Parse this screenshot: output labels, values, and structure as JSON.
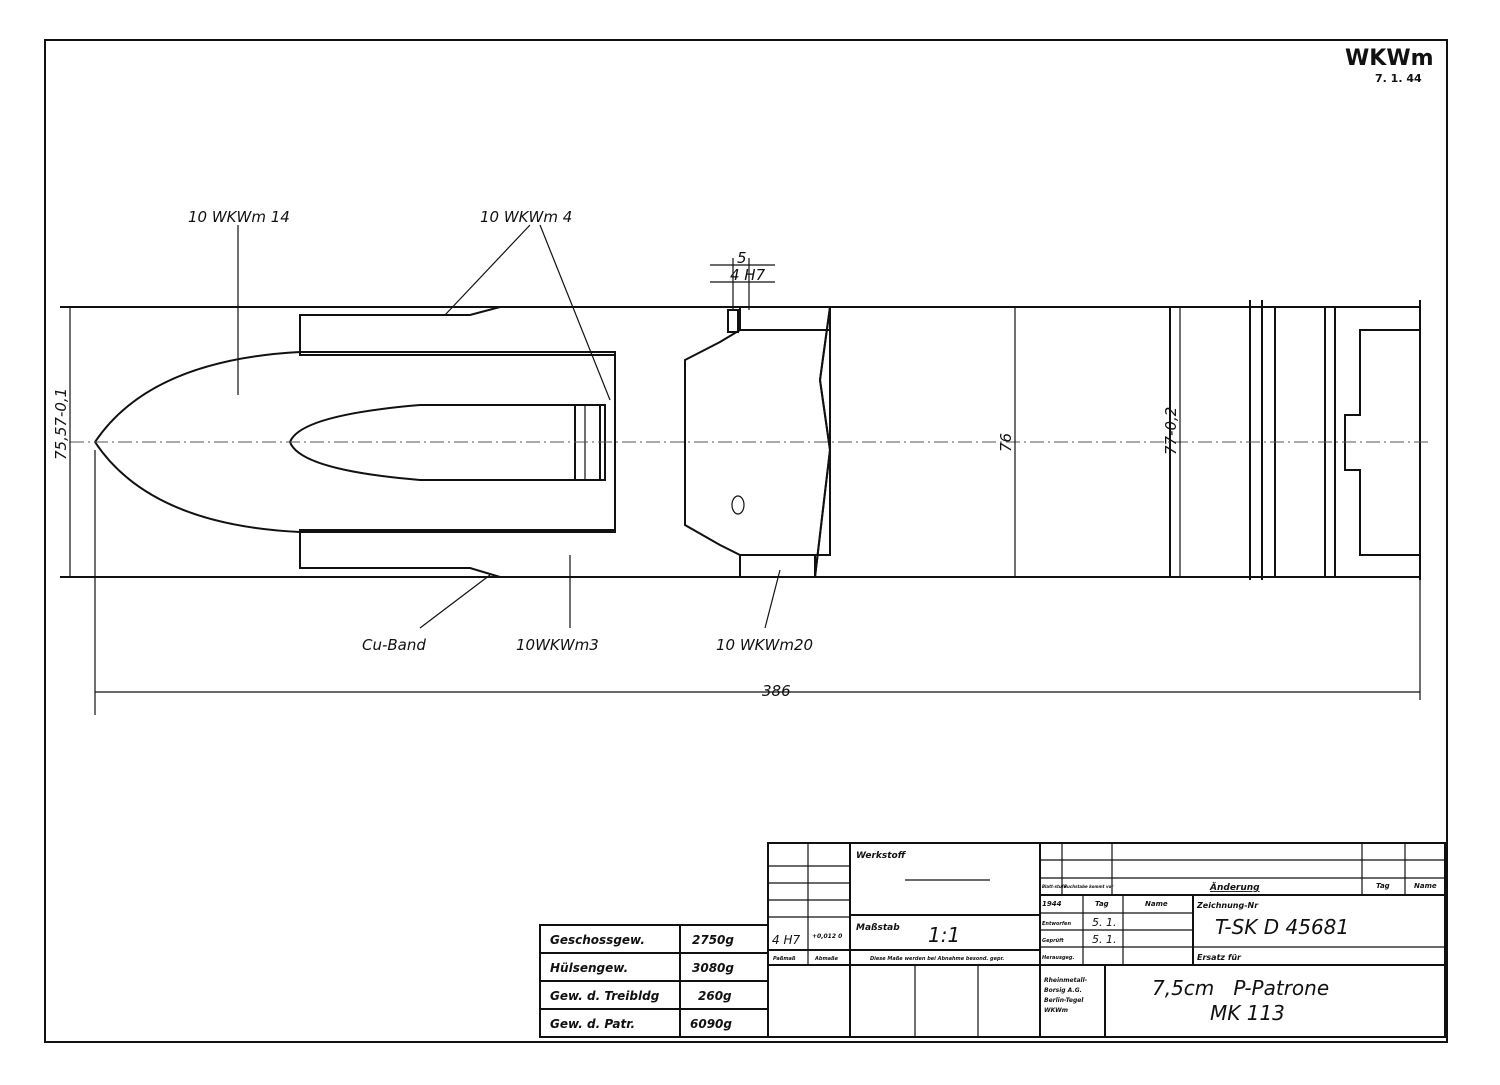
{
  "header": {
    "mark": "WKWm",
    "date": "7. 1. 44"
  },
  "labels": {
    "part_14": "10 WKWm 14",
    "part_4": "10 WKWm 4",
    "cu_band": "Cu-Band",
    "part_3": "10WKWm3",
    "part_20": "10 WKWm20"
  },
  "dimensions": {
    "dia_front": "75,57-0,1",
    "dia_76": "76",
    "dia_77": "77-0,2",
    "length": "386",
    "dim_5": "5",
    "dim_4h7": "4 H7"
  },
  "weights": [
    {
      "label": "Geschossgew.",
      "value": "2750g"
    },
    {
      "label": "Hülsengew.",
      "value": "3080g"
    },
    {
      "label": "Gew. d. Treibldg",
      "value": "260g"
    },
    {
      "label": "Gew. d. Patr.",
      "value": "6090g"
    }
  ],
  "title_block": {
    "fit": "4 H7",
    "fit_dev": "+0,012 0",
    "passmass": "Paßmaß",
    "abmasse": "Abmaße",
    "werkstoff": "Werkstoff",
    "massstab_label": "Maßstab",
    "massstab": "1:1",
    "note": "Diese Maße werden bei Abnahme besond. gepr.",
    "blatt": "Blatt-stufe",
    "buchstabe": "Buchstabe kommt vor",
    "aenderung": "Änderung",
    "tag": "Tag",
    "name": "Name",
    "year": "1944",
    "entworfen": "Entworfen",
    "geprueft": "Geprüft",
    "herausgeg": "Herausgeg.",
    "entworfen_tag": "5. 1.",
    "geprueft_tag": "5. 1.",
    "zeichnung_label": "Zeichnung-Nr",
    "zeichnung_nr": "T-SK D 45681",
    "ersatz": "Ersatz für",
    "company": [
      "Rheinmetall-",
      "Borsig A.G.",
      "Berlin-Tegel",
      "WKWm"
    ],
    "title": "7,5cm   P-Patrone",
    "subtitle": "MK 113"
  }
}
